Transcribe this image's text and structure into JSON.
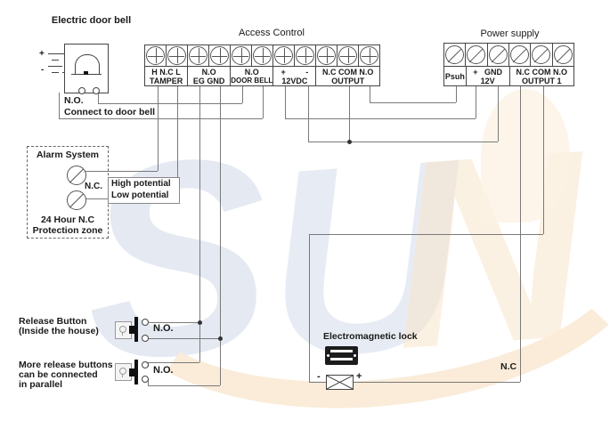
{
  "watermark": {
    "letters": [
      "S",
      "U",
      "N"
    ]
  },
  "doorbell": {
    "title": "Electric door bell",
    "no_label": "N.O.",
    "connect_label": "Connect to door bell",
    "battery_plus": "+",
    "battery_minus": "-"
  },
  "access_strip": {
    "title": "Access Control",
    "groups": [
      {
        "labels": [
          "H N.C L",
          "TAMPER"
        ],
        "screws": 2
      },
      {
        "labels": [
          "N.O",
          "EG GND"
        ],
        "screws": 2
      },
      {
        "labels": [
          "N.O",
          "DOOR BELL"
        ],
        "screws": 2
      },
      {
        "labels": [
          "+ -",
          "12VDC"
        ],
        "screws": 2
      },
      {
        "labels": [
          "N.C COM N.O",
          "OUTPUT"
        ],
        "screws": 3
      }
    ]
  },
  "power_strip": {
    "title": "Power supply",
    "groups": [
      {
        "labels": [
          "Psuh"
        ],
        "screws": 1
      },
      {
        "labels": [
          "+ GND",
          "12V"
        ],
        "screws": 2
      },
      {
        "labels": [
          "N.C COM N.O",
          "OUTPUT 1"
        ],
        "screws": 3
      }
    ]
  },
  "alarm": {
    "title": "Alarm System",
    "nc_label": "N.C.",
    "high_label": "High potential",
    "low_label": "Low potential",
    "zone_line1": "24 Hour N.C",
    "zone_line2": "Protection zone"
  },
  "release_button1": {
    "label_line1": "Release Button",
    "label_line2": "(Inside the house)",
    "no_label": "N.O."
  },
  "release_button2": {
    "label_line1": "More release buttons",
    "label_line2": "can be connected",
    "label_line3": "in parallel",
    "no_label": "N.O."
  },
  "lock": {
    "title": "Electromagnetic lock",
    "minus_label": "-",
    "plus_label": "+",
    "nc_label": "N.C"
  },
  "colors": {
    "wire": "#7a7a7a",
    "watermark_blue": "#e4e9f2",
    "watermark_orange": "#f9e6cb"
  }
}
